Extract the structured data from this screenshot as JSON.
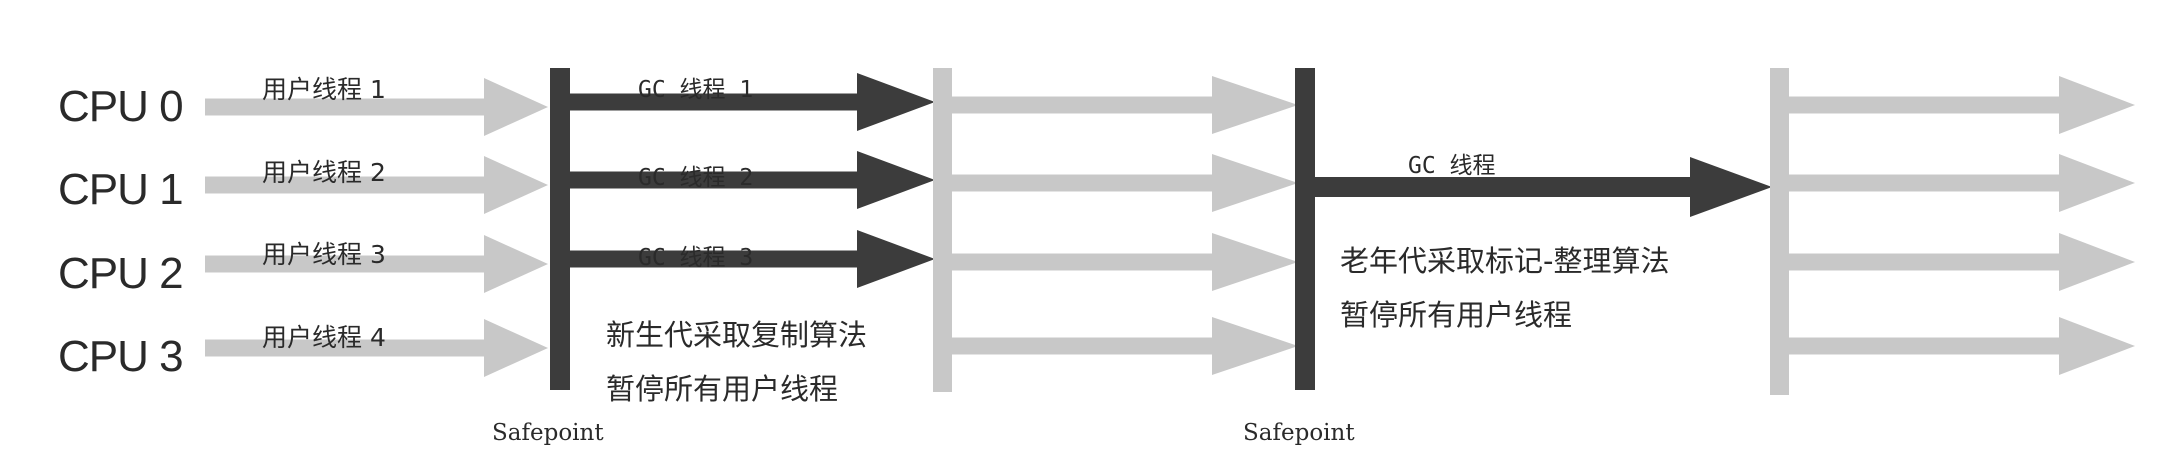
{
  "cpus": [
    "CPU 0",
    "CPU 1",
    "CPU 2",
    "CPU 3"
  ],
  "user_threads": [
    "用户线程 1",
    "用户线程 2",
    "用户线程 3",
    "用户线程 4"
  ],
  "young_gc": {
    "threads": [
      "GC 线程 1",
      "GC 线程 2",
      "GC 线程 3"
    ],
    "note_line1": "新生代采取复制算法",
    "note_line2": "暂停所有用户线程"
  },
  "old_gc": {
    "thread": "GC 线程",
    "note_line1": "老年代采取标记-整理算法",
    "note_line2": "暂停所有用户线程"
  },
  "safepoints": [
    "Safepoint",
    "Safepoint"
  ],
  "colors": {
    "active": "#3c3c3c",
    "inactive": "#c8c8c8",
    "background": "#ffffff"
  }
}
